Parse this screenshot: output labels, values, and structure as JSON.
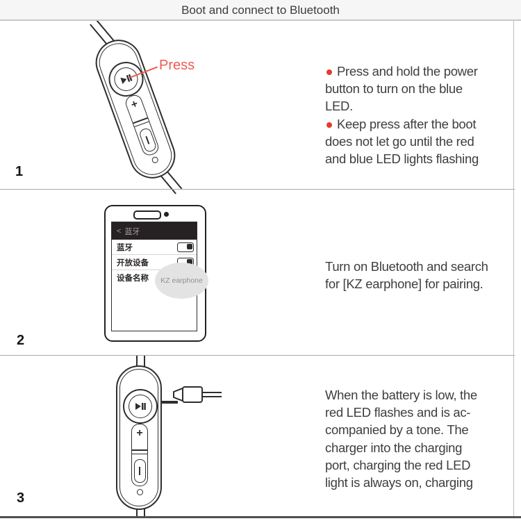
{
  "header": {
    "title": "Boot and connect to Bluetooth"
  },
  "colors": {
    "accent_red": "#e23b30",
    "press_red": "#ee5a52",
    "stroke_dark": "#2e2e2e",
    "body_text": "#3e3e3e",
    "header_bg": "#f6f6f6",
    "bubble_gray": "#e3e3e3"
  },
  "icons": {
    "plus": "+",
    "back_chevron": "<"
  },
  "step1": {
    "number": "1",
    "press_label": "Press",
    "lines": [
      "Press and hold the power",
      "button to turn on the blue",
      "LED.",
      "Keep press after the boot",
      "does not let go until the red",
      "and blue LED lights flashing"
    ]
  },
  "step2": {
    "number": "2",
    "lines": [
      "Turn on Bluetooth and search",
      "for [KZ earphone] for pairing."
    ],
    "phone": {
      "screen_title": "蓝牙",
      "row1_label": "蓝牙",
      "row2_label": "开放设备",
      "row3_label": "设备名称",
      "bubble_text": "KZ earphone"
    }
  },
  "step3": {
    "number": "3",
    "lines": [
      "When the battery is low, the",
      "red LED flashes and is ac-",
      "companied by a tone. The",
      "charger into the charging",
      "port, charging the red LED",
      "light is always on, charging"
    ]
  }
}
